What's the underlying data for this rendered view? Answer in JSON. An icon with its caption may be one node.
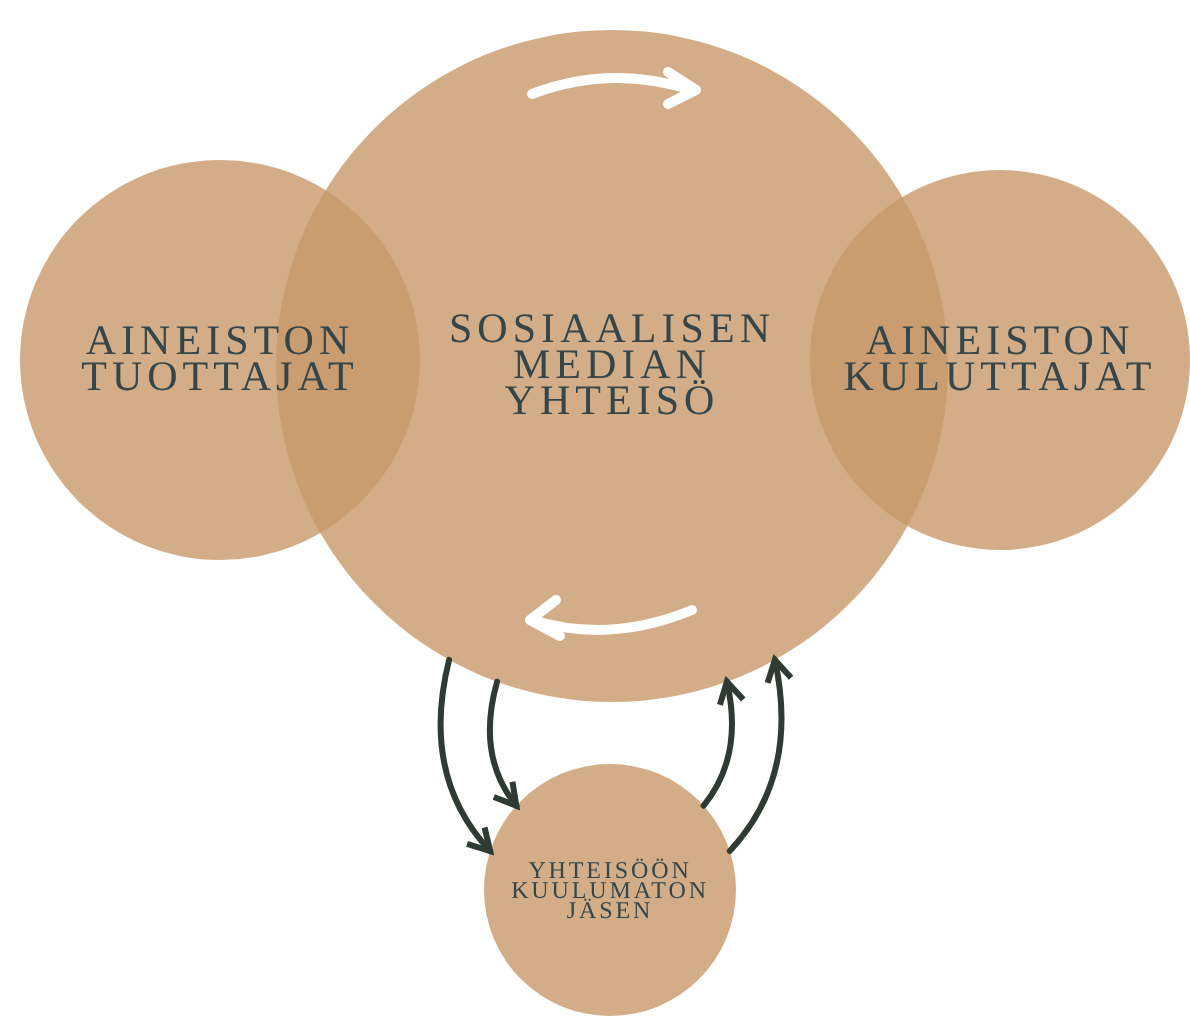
{
  "diagram": {
    "nodes": [
      {
        "text": [
          "AINEISTON TUOTTAJAT"
        ]
      },
      {
        "text": [
          "SOSIAALISEN MEDIAN YHTEISÖ"
        ]
      },
      {
        "text": [
          "AINEISTON KULUTTAJAT"
        ]
      },
      {
        "text": [
          "YHTEISÖÖN KUULUMATON JÄSEN"
        ]
      }
    ],
    "edges": [
      {
        "from": 1,
        "to": 3,
        "arrow": "to",
        "color": "#2f3b32"
      },
      {
        "from": 1,
        "to": 3,
        "arrow": "to",
        "color": "#2f3b32"
      },
      {
        "from": 3,
        "to": 1,
        "arrow": "to",
        "color": "#2f3b32"
      },
      {
        "from": 3,
        "to": 1,
        "arrow": "to",
        "color": "#2f3b32"
      }
    ]
  }
}
